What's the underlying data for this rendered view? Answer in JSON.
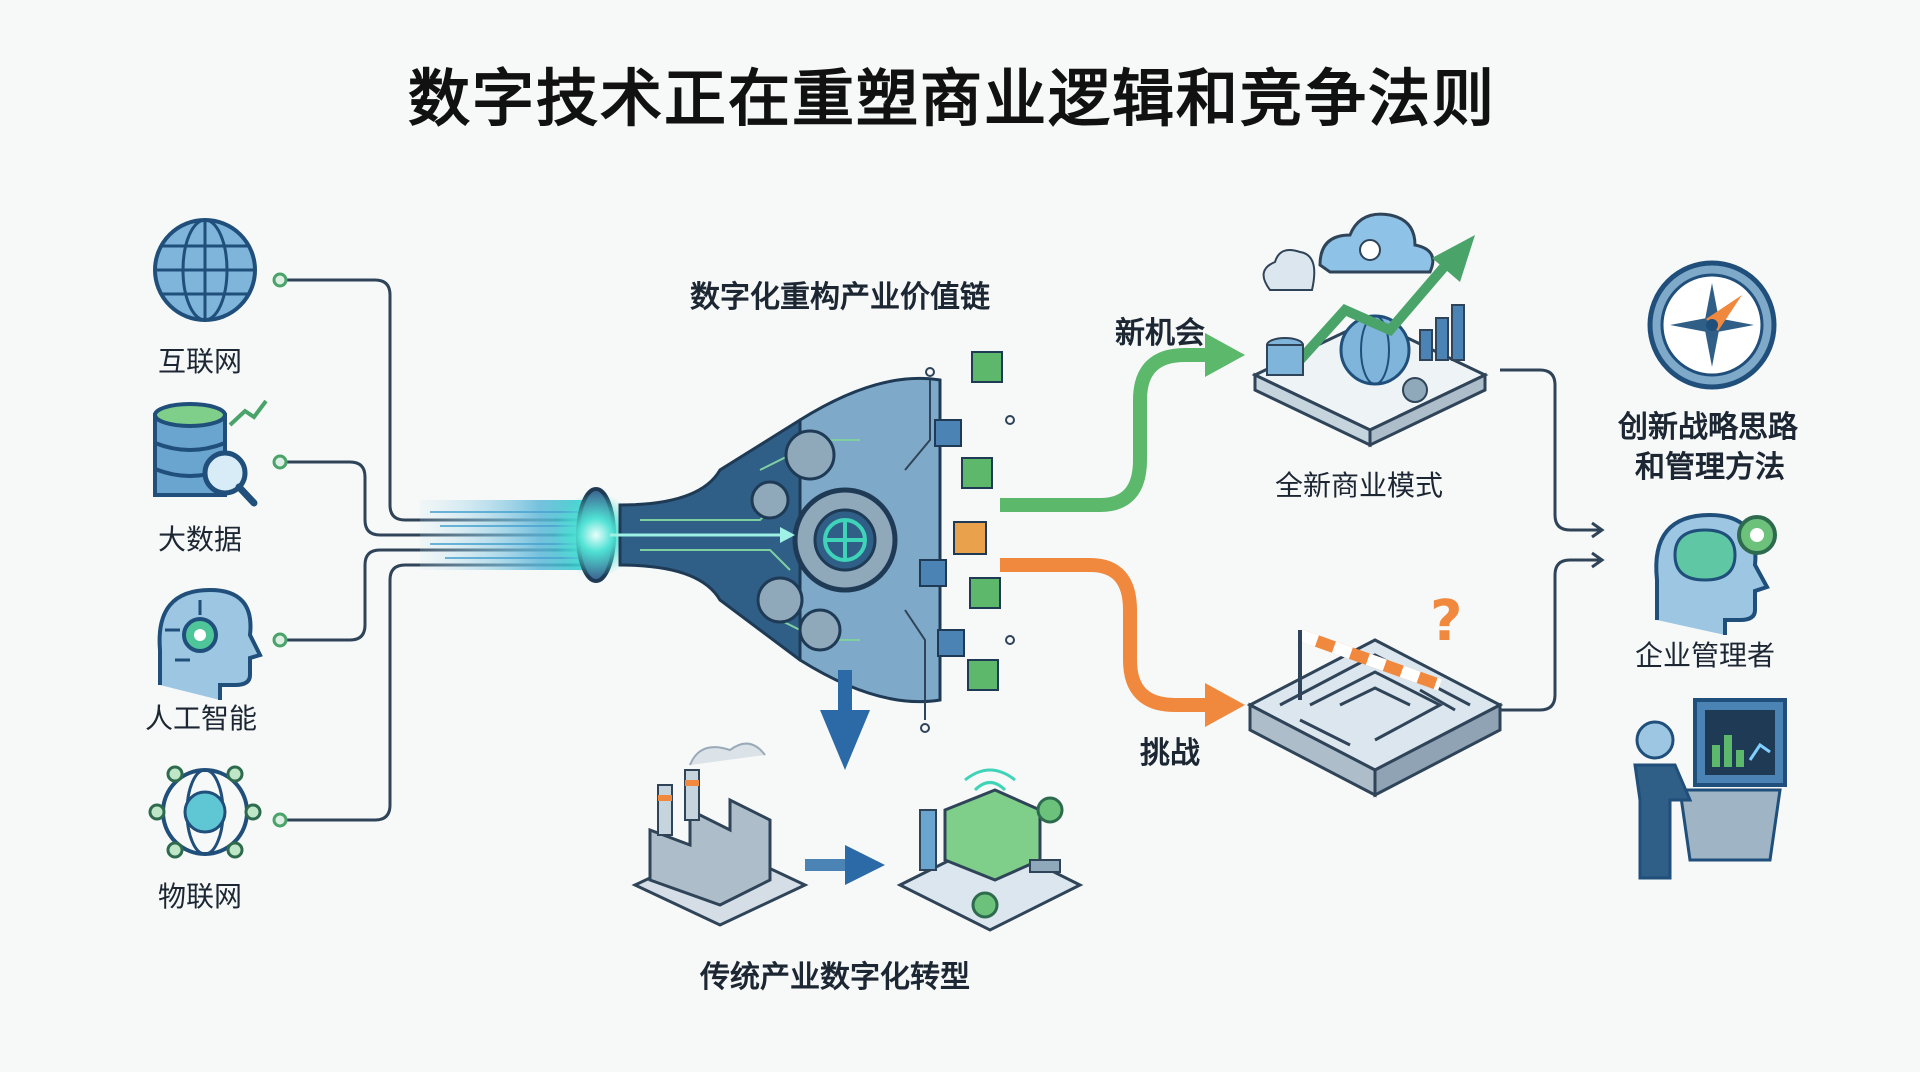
{
  "title": "数字技术正在重塑商业逻辑和竞争法则",
  "technologies": [
    {
      "label": "互联网",
      "icon": "globe-icon"
    },
    {
      "label": "大数据",
      "icon": "database-search-icon"
    },
    {
      "label": "人工智能",
      "icon": "ai-head-icon"
    },
    {
      "label": "物联网",
      "icon": "iot-network-icon"
    }
  ],
  "center": {
    "label": "数字化重构产业价值链",
    "icon": "value-chain-engine-icon"
  },
  "branches": {
    "opportunity": {
      "label": "新机会",
      "result": "全新商业模式",
      "icon": "cloud-growth-platform-icon"
    },
    "challenge": {
      "label": "挑战",
      "icon": "maze-barrier-icon"
    }
  },
  "transformation": {
    "label": "传统产业数字化转型",
    "from_icon": "factory-icon",
    "to_icon": "smart-factory-icon"
  },
  "manager": {
    "strategy": [
      "创新战略思路",
      "和管理方法"
    ],
    "label": "企业管理者",
    "icons": [
      "compass-icon",
      "thinking-head-icon",
      "operator-console-icon"
    ]
  },
  "colors": {
    "line": "#2f4458",
    "green": "#5cb86a",
    "orange": "#f0883e",
    "blue": "#2b6aa6",
    "teal": "#3fa6a8"
  }
}
